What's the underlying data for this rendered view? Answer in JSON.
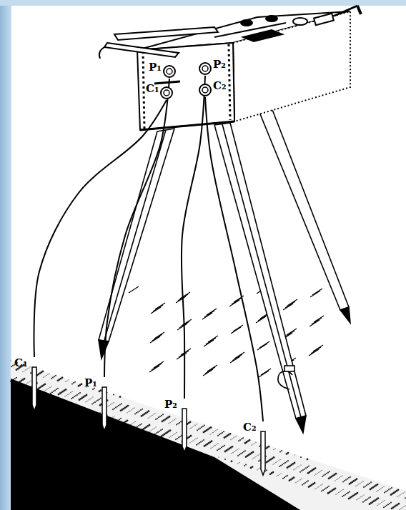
{
  "diagram": {
    "nodes": [
      {
        "text": [
          "P₁"
        ]
      },
      {
        "text": [
          "P₂"
        ]
      },
      {
        "text": [
          "C₁"
        ]
      },
      {
        "text": [
          "C₂"
        ]
      },
      {
        "text": [
          "C₁"
        ]
      },
      {
        "text": [
          "P₁"
        ]
      },
      {
        "text": [
          "P₂"
        ]
      },
      {
        "text": [
          "C₂"
        ]
      }
    ],
    "edges": [
      {
        "from": 2,
        "to": 4,
        "arrow": "none"
      },
      {
        "from": 0,
        "to": 5,
        "arrow": "none"
      },
      {
        "from": 1,
        "to": 6,
        "arrow": "none"
      },
      {
        "from": 3,
        "to": 7,
        "arrow": "none"
      }
    ]
  }
}
